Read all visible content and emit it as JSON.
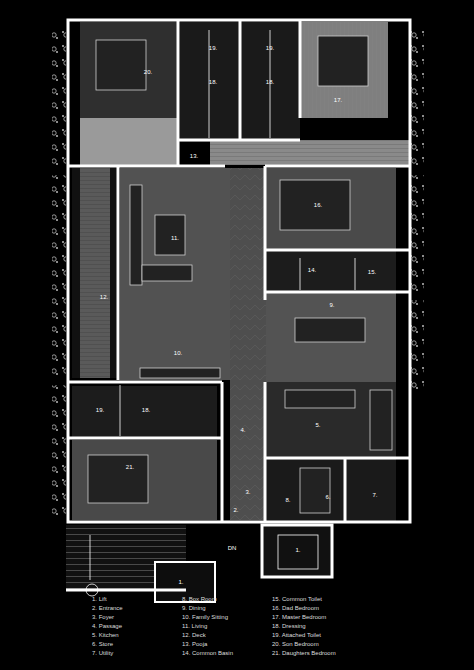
{
  "diagram": {
    "labels": [
      "20.",
      "19.",
      "18.",
      "19.",
      "18.",
      "17.",
      "13.",
      "16.",
      "11.",
      "14.",
      "15.",
      "12.",
      "9.",
      "10.",
      "19.",
      "18.",
      "4.",
      "5.",
      "6.",
      "7.",
      "3.",
      "8.",
      "21.",
      "DN",
      "1.",
      "1.",
      "2.",
      "1. Lift",
      "2. Entrance",
      "3. Foyer",
      "4. Passage",
      "5. Kitchen",
      "6. Store",
      "7. Utility",
      "8. Box Room",
      "9. Dining",
      "10. Family Sitting",
      "11. Living",
      "12. Deck",
      "13. Pooja",
      "14. Common Basin",
      "15. Common Toilet",
      "16. Dad Bedroom",
      "17. Master Bedroom",
      "18. Dressing",
      "19. Attached Toilet",
      "20. Son Bedroom",
      "21. Daughters Bedroom"
    ]
  }
}
